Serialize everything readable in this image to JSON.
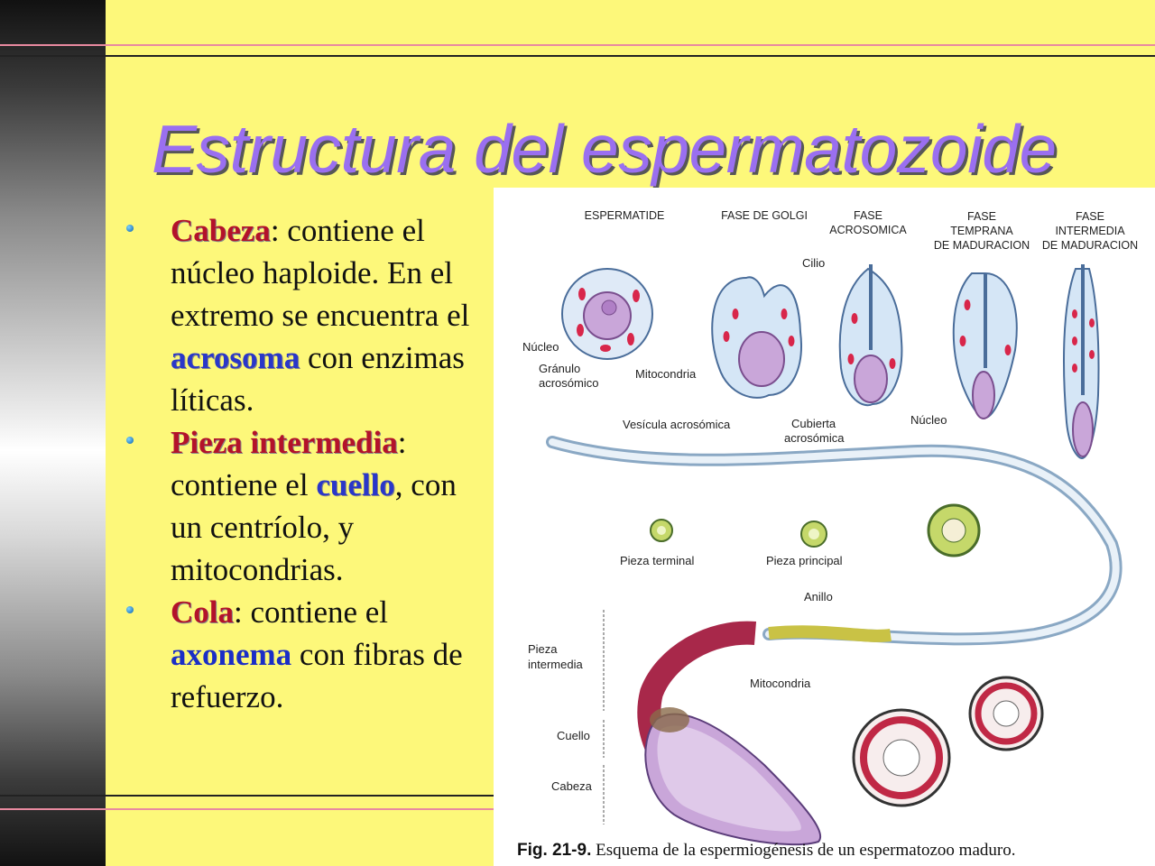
{
  "slide": {
    "title": "Estructura del espermatozoide",
    "bullets": [
      {
        "parts": [
          {
            "text": "Cabeza",
            "style": "kw-red"
          },
          {
            "text": ": contiene el núcleo haploide. En el extremo se encuentra el ",
            "style": ""
          },
          {
            "text": "acrosoma",
            "style": "kw-blue"
          },
          {
            "text": " con enzimas líticas.",
            "style": ""
          }
        ]
      },
      {
        "parts": [
          {
            "text": "Pieza intermedia",
            "style": "kw-red"
          },
          {
            "text": ": contiene el ",
            "style": ""
          },
          {
            "text": "cuello",
            "style": "kw-blue"
          },
          {
            "text": ", con un centríolo, y mitocondrias.",
            "style": ""
          }
        ]
      },
      {
        "parts": [
          {
            "text": "Cola",
            "style": "kw-red"
          },
          {
            "text": ": contiene el ",
            "style": ""
          },
          {
            "text": "axonema",
            "style": "kw-blue-plain"
          },
          {
            "text": " con fibras de refuerzo.",
            "style": ""
          }
        ]
      }
    ]
  },
  "figure": {
    "stages": {
      "espermatide": "ESPERMATIDE",
      "golgi": "FASE DE GOLGI",
      "acrosomica": [
        "FASE",
        "ACROSOMICA"
      ],
      "temprana": [
        "FASE",
        "TEMPRANA",
        "DE MADURACION"
      ],
      "intermedia": [
        "FASE",
        "INTERMEDIA",
        "DE MADURACION"
      ]
    },
    "labels": {
      "cilio": "Cilio",
      "nucleo": "Núcleo",
      "granulo": [
        "Gránulo",
        "acrosómico"
      ],
      "mitocondria_top": "Mitocondria",
      "vesicula": "Vesícula acrosómica",
      "cubierta": [
        "Cubierta",
        "acrosómica"
      ],
      "nucleo_right": "Núcleo",
      "pieza_terminal": "Pieza terminal",
      "pieza_principal": "Pieza principal",
      "anillo": "Anillo",
      "pieza_intermedia": [
        "Pieza",
        "intermedia"
      ],
      "mitocondria_bottom": "Mitocondria",
      "cuello": "Cuello",
      "cabeza": "Cabeza"
    },
    "caption_fig": "Fig. 21-9.",
    "caption_text": " Esquema de la espermiogénesis de un espermatozoo maduro."
  },
  "colors": {
    "background": "#fdf87a",
    "title": "#9a6ff0",
    "keyword_red": "#b3122a",
    "keyword_blue": "#2a37c8"
  }
}
